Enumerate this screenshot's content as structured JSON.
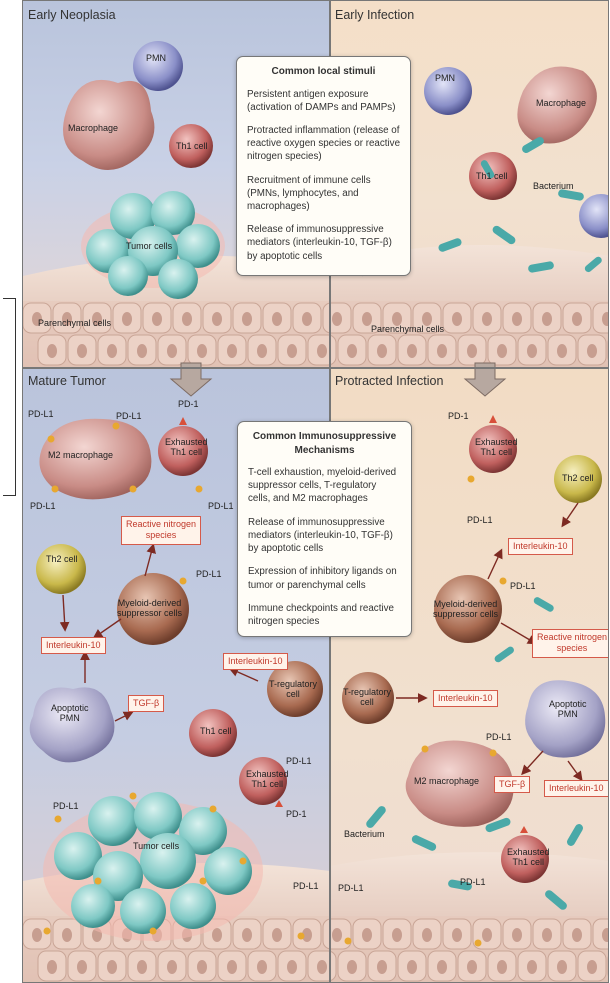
{
  "panels": {
    "top_left": {
      "title": "Early Neoplasia"
    },
    "top_right": {
      "title": "Early Infection"
    },
    "bottom_left": {
      "title": "Mature Tumor"
    },
    "bottom_right": {
      "title": "Protracted Infection"
    }
  },
  "stimuli_box": {
    "heading": "Common local stimuli",
    "items": [
      "Persistent antigen exposure (activation of DAMPs and PAMPs)",
      "Protracted inflammation (release of reactive oxygen species or reactive nitrogen species)",
      "Recruitment of immune cells (PMNs, lymphocytes, and macrophages)",
      "Release of immunosuppressive mediators (interleukin-10, TGF-β) by apoptotic cells"
    ]
  },
  "mechanisms_box": {
    "heading": "Common Immunosuppressive Mechanisms",
    "items": [
      "T-cell exhaustion, myeloid-derived suppressor cells, T-regulatory cells, and M2 macrophages",
      "Release of immunosuppressive mediators (interleukin-10, TGF-β) by apoptotic cells",
      "Expression of inhibitory ligands on tumor or parenchymal cells",
      "Immune checkpoints and reactive nitrogen species"
    ]
  },
  "labels": {
    "pmn": "PMN",
    "macrophage": "Macrophage",
    "th1_cell": "Th1 cell",
    "tumor_cells": "Tumor cells",
    "parenchymal_cells": "Parenchymal cells",
    "bacterium": "Bacterium",
    "pd_l1": "PD-L1",
    "pd_1": "PD-1",
    "m2_macrophage": "M2 macrophage",
    "exhausted_th1_line1": "Exhausted",
    "exhausted_th1_line2": "Th1 cell",
    "th2_cell": "Th2 cell",
    "mdsc_line1": "Myeloid-derived",
    "mdsc_line2": "suppressor cells",
    "treg_line1": "T-regulatory",
    "treg_line2": "cell",
    "apoptotic_line1": "Apoptotic",
    "apoptotic_line2": "PMN",
    "interleukin_10": "Interleukin-10",
    "tgf_beta": "TGF-β",
    "rns_line1": "Reactive nitrogen",
    "rns_line2": "species"
  },
  "colors": {
    "tumor": "#7ec8c4",
    "macrophage": "#c98c86",
    "th1": "#c0605e",
    "pmn": "#8a8fc8",
    "th2": "#c9b84a",
    "mdsc": "#a86a50",
    "bacterium": "#4aa9a8",
    "mediator_red": "#c0392b"
  }
}
